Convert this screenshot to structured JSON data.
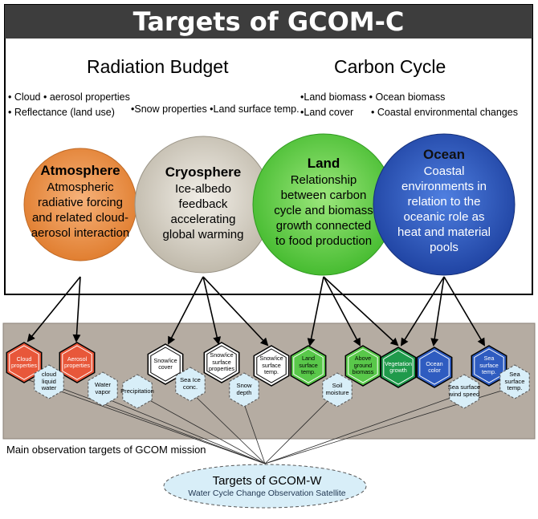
{
  "title": "Targets of GCOM-C",
  "headers": {
    "radiation_budget": "Radiation Budget",
    "carbon_cycle": "Carbon Cycle"
  },
  "bullets": {
    "cloud": "• Cloud  • aerosol properties",
    "reflectance": "• Reflectance (land use)",
    "snow_land": "•Snow properties •Land surface temp.",
    "land_biomass": "•Land biomass  • Ocean biomass",
    "land_cover": "•Land cover",
    "coastal": "• Coastal environmental changes"
  },
  "spheres": {
    "atmosphere": {
      "name": "Atmosphere",
      "desc": [
        "Atmospheric",
        "radiative forcing",
        "and related cloud-",
        "aerosol interaction"
      ],
      "color": "#e98a3c"
    },
    "cryosphere": {
      "name": "Cryosphere",
      "desc": [
        "Ice-albedo",
        "feedback",
        "accelerating",
        "global warming"
      ],
      "color": "#d2cdc2"
    },
    "land": {
      "name": "Land",
      "desc": [
        "Relationship",
        "between carbon",
        "cycle and biomass",
        "growth connected",
        "to food production"
      ],
      "color": "#5ccb3e"
    },
    "ocean": {
      "name": "Ocean",
      "desc": [
        "Coastal",
        "environments in",
        "relation to the",
        "oceanic role as",
        "heat and material",
        "pools"
      ],
      "color": "#2c57c2"
    }
  },
  "targets": {
    "cloud_properties": [
      "Cloud",
      "properties"
    ],
    "aerosol_properties": [
      "Aerosol",
      "properties"
    ],
    "snow_ice_cover": [
      "Snow/ice",
      "cover"
    ],
    "snow_ice_surface_properties": [
      "Snow/ice",
      "surface",
      "properties"
    ],
    "snow_ice_surface_temp": [
      "Snow/ice",
      "surface",
      "temp."
    ],
    "land_surface_temp": [
      "Land",
      "surface",
      "temp."
    ],
    "above_ground_biomass": [
      "Above",
      "ground",
      "biomass"
    ],
    "vegetation_growth": [
      "Vegetation",
      "growth"
    ],
    "ocean_color": [
      "Ocean",
      "color"
    ],
    "sea_surface_temp": [
      "Sea",
      "surface",
      "temp."
    ]
  },
  "gcom_w_items": {
    "cloud_liquid_water": [
      "cloud",
      "liquid",
      "water"
    ],
    "water_vapor": [
      "Water",
      "vapor"
    ],
    "precipitation": [
      "Precipitation"
    ],
    "sea_ice_conc": [
      "Sea Ice",
      "conc."
    ],
    "snow_depth": [
      "Snow",
      "depth"
    ],
    "soil_moisture": [
      "Soil",
      "moisture"
    ],
    "sea_surface_wind_speed": [
      "Sea surface",
      "wind speed"
    ],
    "sea_surface_temp_w": [
      "Sea",
      "surface",
      "temp."
    ]
  },
  "caption": "Main observation targets of GCOM mission",
  "gcom_w": {
    "title": "Targets of GCOM-W",
    "subtitle": "Water Cycle Change Observation Satellite"
  },
  "colors": {
    "atmosphere_target": "#e8573a",
    "land_target": "#59c84a",
    "vegetation_target": "#1f9a4b",
    "ocean_target": "#2f5cc0",
    "gcom_w_item": "#d8eef8",
    "strip": "#b5aca2"
  }
}
